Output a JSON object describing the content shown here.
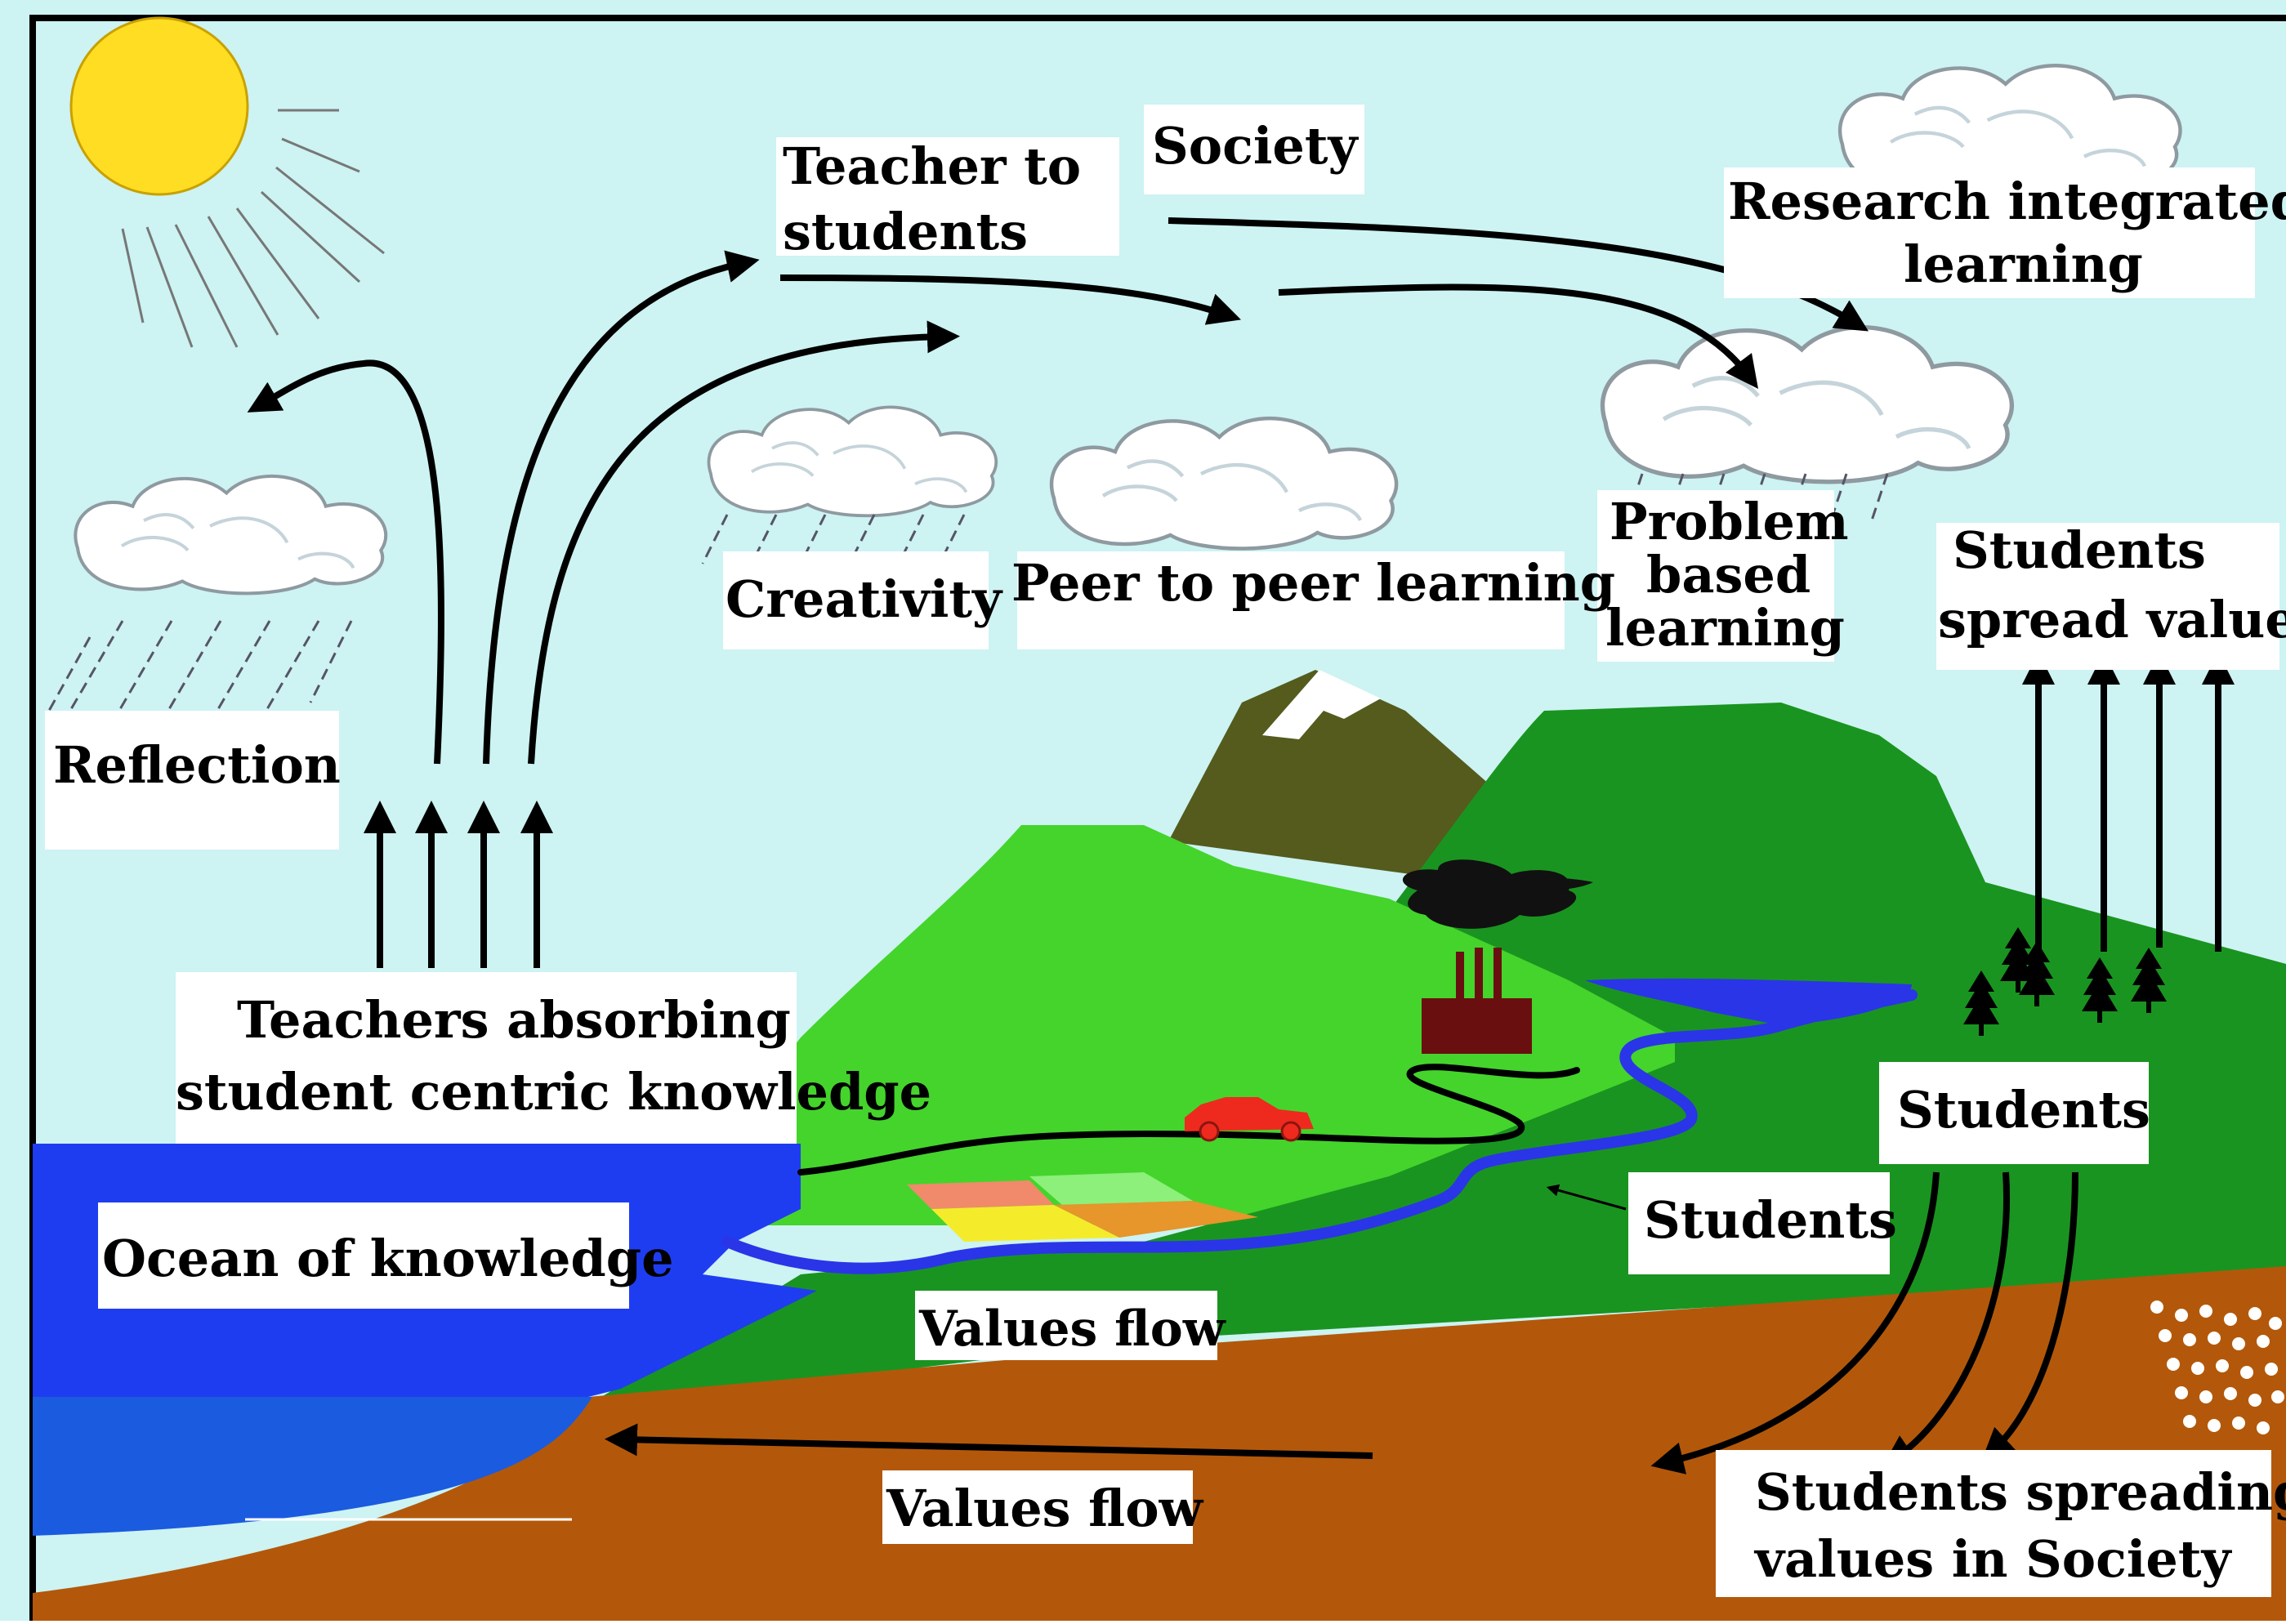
{
  "labels": {
    "teacher_to_students_1": "Teacher to",
    "teacher_to_students_2": "students",
    "society": "Society",
    "research_1": "Research integrated",
    "research_2": "learning",
    "creativity": "Creativity",
    "peer": "Peer to peer learning",
    "problem_1": "Problem",
    "problem_2": "based",
    "problem_3": "learning",
    "students_spread_1": "Students",
    "students_spread_2": "spread values",
    "reflection": "Reflection",
    "teachers_absorbing_1": "Teachers absorbing",
    "teachers_absorbing_2": "student centric knowledge",
    "ocean": "Ocean of knowledge",
    "students_mid": "Students",
    "students_right": "Students",
    "values_flow_mid": "Values flow",
    "values_flow_bottom": "Values flow",
    "society_spread_1": "Students spreading",
    "society_spread_2": "values in Society"
  },
  "colors": {
    "sky": "#cdf3f3",
    "sun": "#ffdd22",
    "ocean": "#1f3df0",
    "deep_ocean": "#1b5be0",
    "soil": "#b3580a",
    "light_green": "#44d42c",
    "dark_green": "#1a9420",
    "mountain": "#545b1d",
    "river": "#2a35e8",
    "factory": "#6a0f0f",
    "car": "#ee2a1e"
  }
}
